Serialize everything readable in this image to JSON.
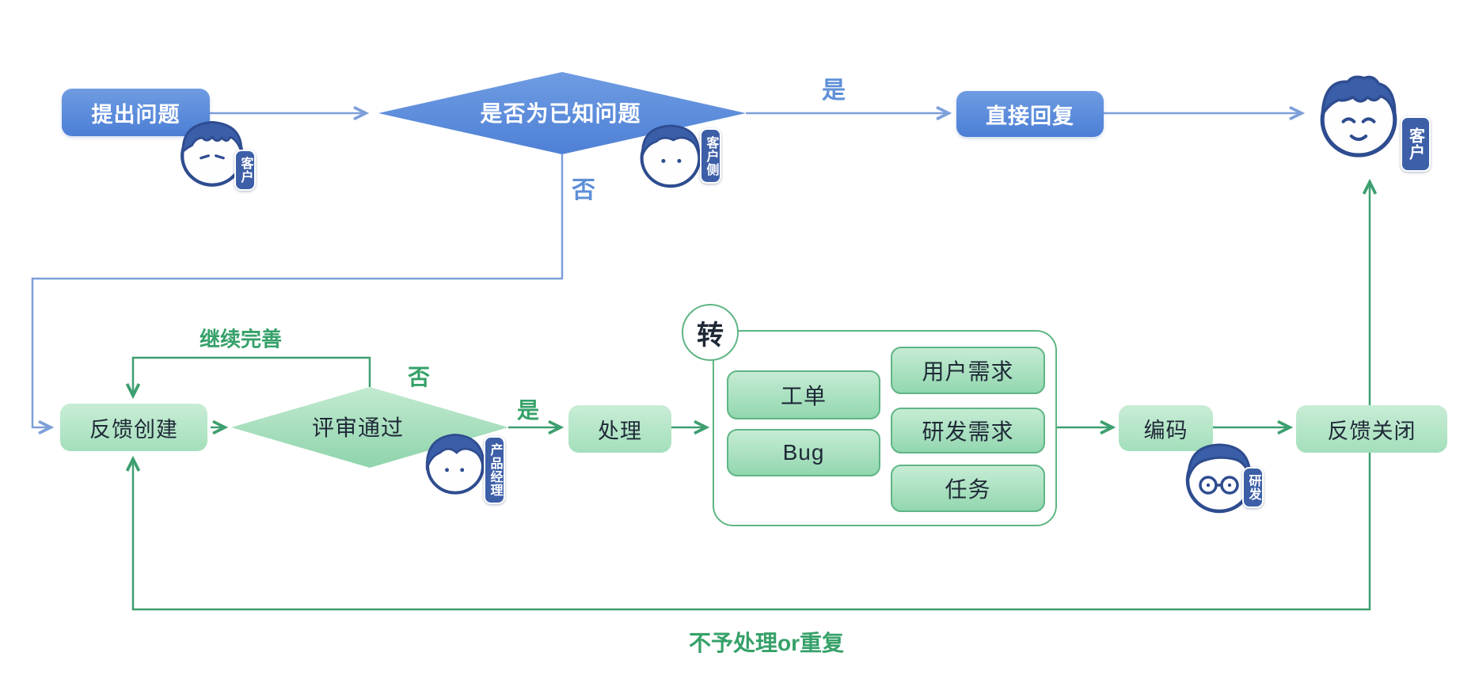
{
  "diagram": {
    "title_hint": "customer feedback handling flowchart",
    "nodes": {
      "raise_question": "提出问题",
      "known_issue_decision": "是否为已知问题",
      "direct_reply": "直接回复",
      "feedback_create": "反馈创建",
      "review_pass_decision": "评审通过",
      "process": "处理",
      "transfer": "转",
      "work_order": "工单",
      "bug": "Bug",
      "user_requirement": "用户需求",
      "dev_requirement": "研发需求",
      "task": "任务",
      "coding": "编码",
      "feedback_close": "反馈关闭"
    },
    "edge_labels": {
      "yes_blue": "是",
      "no_blue": "否",
      "continue_improve": "继续完善",
      "no_green": "否",
      "yes_green": "是",
      "not_processed_or_duplicate": "不予处理or重复"
    },
    "roles": {
      "customer_top": "客户",
      "customer_side": "客户侧",
      "customer_right": "客户",
      "product_manager": "产品经理",
      "developer": "研发"
    },
    "colors": {
      "blue_node_top": "#6F9CE2",
      "blue_node_bottom": "#4B7ED5",
      "blue_line": "#7D9FD9",
      "blue_label": "#5E8FD8",
      "green_node_top": "#C9EDD6",
      "green_node_bottom": "#A3DFBB",
      "green_inner_top": "#C6ECD4",
      "green_inner_bottom": "#92D7AF",
      "green_border": "#5FB585",
      "green_line": "#3E9F70",
      "green_label": "#36A169",
      "avatar_navy": "#2E4C8F",
      "badge_bg": "#3D5FA8",
      "text_dark": "#1F2937",
      "white": "#FFFFFF"
    }
  }
}
